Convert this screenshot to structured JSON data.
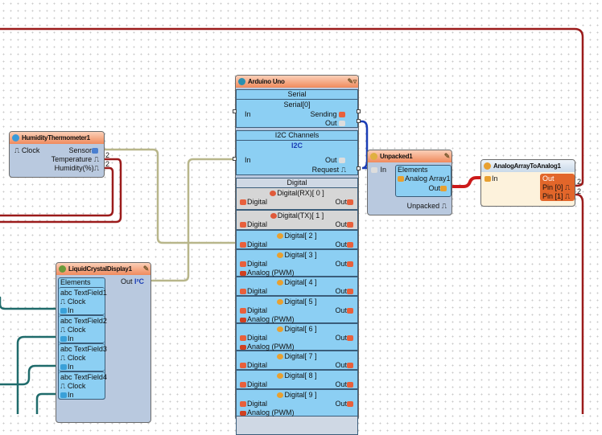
{
  "arduino": {
    "title": "Arduino Uno",
    "serial_label": "Serial",
    "serial0": "Serial[0]",
    "in": "In",
    "sending": "Sending",
    "out": "Out",
    "i2c_label": "I2C Channels",
    "i2c": "I2C",
    "request": "Request",
    "digital_label": "Digital",
    "pins": [
      {
        "title": "Digital(RX)[ 0 ]",
        "disabled": true,
        "pwm": false
      },
      {
        "title": "Digital(TX)[ 1 ]",
        "disabled": true,
        "pwm": false
      },
      {
        "title": "Digital[ 2 ]",
        "disabled": false,
        "pwm": false
      },
      {
        "title": "Digital[ 3 ]",
        "disabled": false,
        "pwm": true
      },
      {
        "title": "Digital[ 4 ]",
        "disabled": false,
        "pwm": false
      },
      {
        "title": "Digital[ 5 ]",
        "disabled": false,
        "pwm": true
      },
      {
        "title": "Digital[ 6 ]",
        "disabled": false,
        "pwm": true
      },
      {
        "title": "Digital[ 7 ]",
        "disabled": false,
        "pwm": false
      },
      {
        "title": "Digital[ 8 ]",
        "disabled": false,
        "pwm": false
      },
      {
        "title": "Digital[ 9 ]",
        "disabled": false,
        "pwm": true
      }
    ],
    "digital": "Digital",
    "analog": "Analog (PWM)"
  },
  "humidity": {
    "title": "HumidityThermometer1",
    "clock": "Clock",
    "sensor": "Sensor",
    "temperature": "Temperature",
    "humidity": "Humidity(%)",
    "count_t": "2",
    "count_h": "2"
  },
  "lcd": {
    "title": "LiquidCrystalDisplay1",
    "elements": "Elements",
    "out": "Out",
    "fields": [
      "TextField1",
      "TextField2",
      "TextField3",
      "TextField4"
    ],
    "clock": "Clock",
    "in": "In"
  },
  "unpacked": {
    "title": "Unpacked1",
    "in": "In",
    "elements": "Elements",
    "array": "Analog Array1",
    "out": "Out",
    "unpacked": "Unpacked"
  },
  "a2a": {
    "title": "AnalogArrayToAnalog1",
    "in": "In",
    "out": "Out",
    "pin0": "Pin [0]",
    "pin1": "Pin [1]",
    "count0": "2",
    "count1": "2"
  },
  "colors": {
    "red_wire": "#9b1b1b",
    "olive_wire": "#b8b68a",
    "blue_wire": "#1a3db5",
    "teal_wire": "#1f6b6b",
    "block": "#8ccff3"
  }
}
